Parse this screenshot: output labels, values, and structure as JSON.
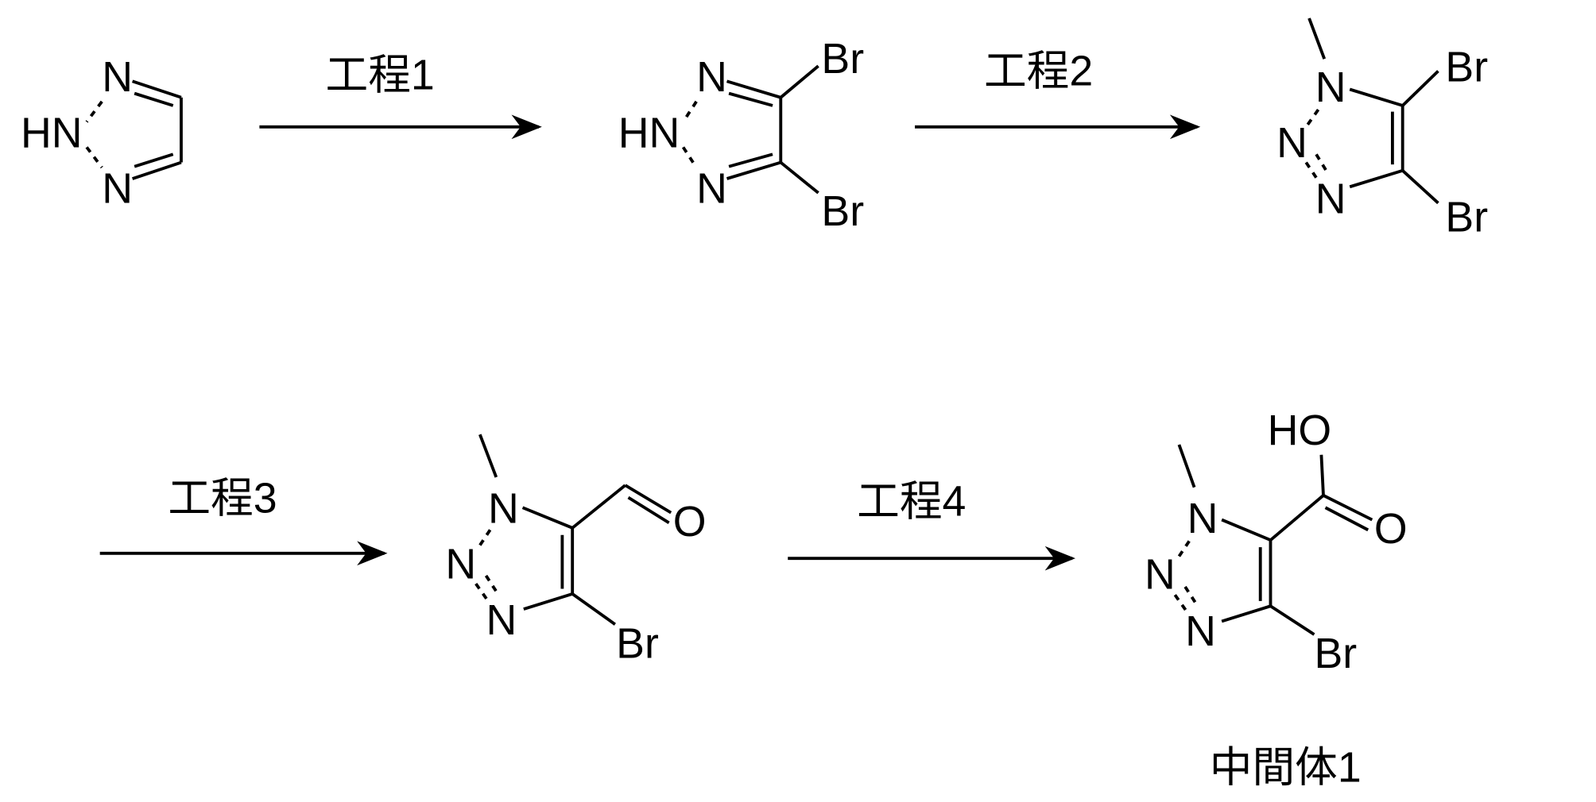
{
  "steps": [
    {
      "label": "工程1"
    },
    {
      "label": "工程2"
    },
    {
      "label": "工程3"
    },
    {
      "label": "工程4"
    }
  ],
  "atoms": {
    "N": "N",
    "HN": "HN",
    "Br": "Br",
    "O": "O",
    "HO": "HO"
  },
  "product_label": "中間体1"
}
